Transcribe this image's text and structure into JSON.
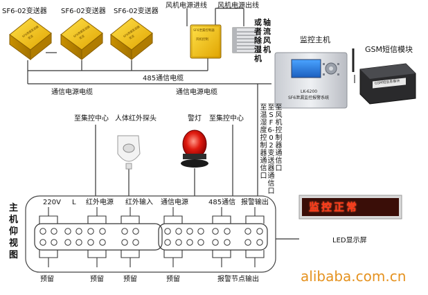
{
  "transmitters": {
    "label1": "SF6-02变送器",
    "label2": "SF6-02变送器",
    "label3": "SF6-02变送器",
    "box_text_line1": "SF6泄漏变送器",
    "box_text_line2": "变送"
  },
  "fan_power_in": "风机电源进线",
  "fan_power_out": "风机电源出线",
  "fan_controller": {
    "line1": "SF6泄漏控制器",
    "line2": "风机控制"
  },
  "fan_note": "或者除湿机",
  "fan_note_top": "轴流风机",
  "monitor_title": "监控主机",
  "monitor_model": "LK-6200",
  "monitor_caption": "SF6泄漏监控报警系统",
  "gsm_title": "GSM短信模块",
  "gsm_label": "GSM短信息模块",
  "cable_485": "485通信电缆",
  "cable_comm_power_left": "通信电源电缆",
  "cable_comm_power_right": "通信电源电缆",
  "vertical_notes": [
    "至风机控制器通信口",
    "至SF6-02变送器通信口",
    "至温湿度控制器通信口"
  ],
  "to_control_center_1": "至集控中心",
  "ir_probe": "人体红外探头",
  "alarm_light": "警灯",
  "to_control_center_2": "至集控中心",
  "host_rear_view": "主机仰视图",
  "terminals": [
    "220V",
    "L",
    "红外电源",
    "红外输入",
    "通信电源",
    "485通信",
    "报警输出"
  ],
  "bottom_labels": [
    "预留",
    "预留",
    "预留",
    "预留",
    "报警节点输出"
  ],
  "led_display_text": "监控正常",
  "led_display_label": "LED显示屏",
  "watermark": "alibaba.com.cn"
}
